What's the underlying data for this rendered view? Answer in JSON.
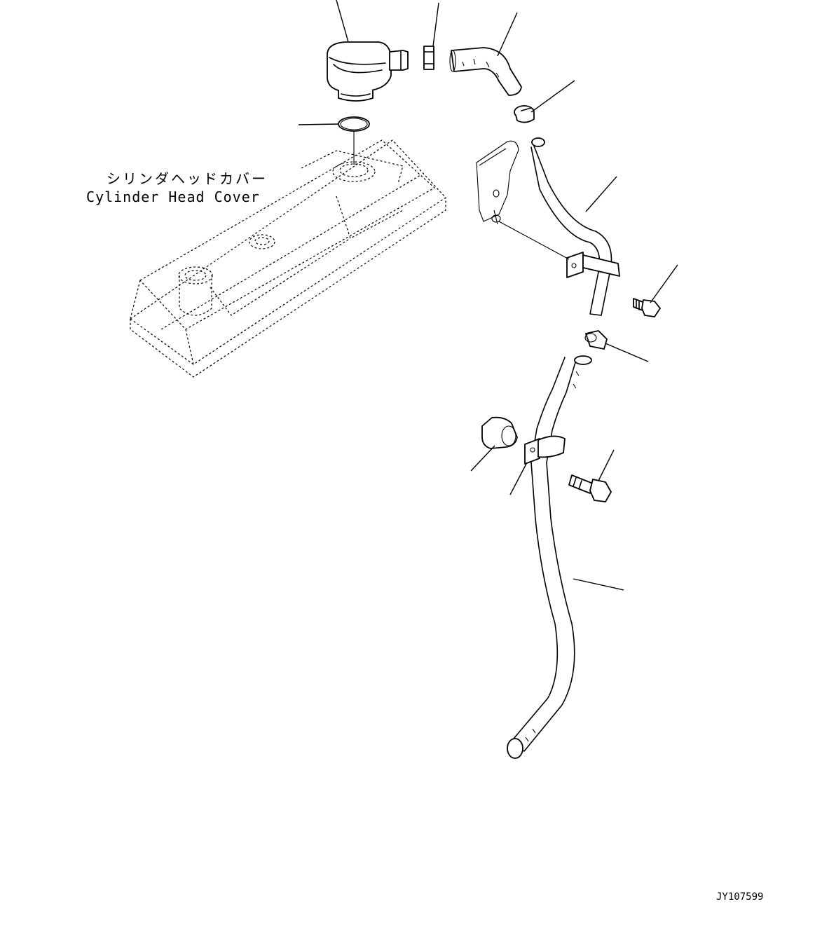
{
  "labels": {
    "cover_jp": "シリンダヘッドカバー",
    "cover_en": "Cylinder Head Cover",
    "drawing_id": "JY107599"
  }
}
